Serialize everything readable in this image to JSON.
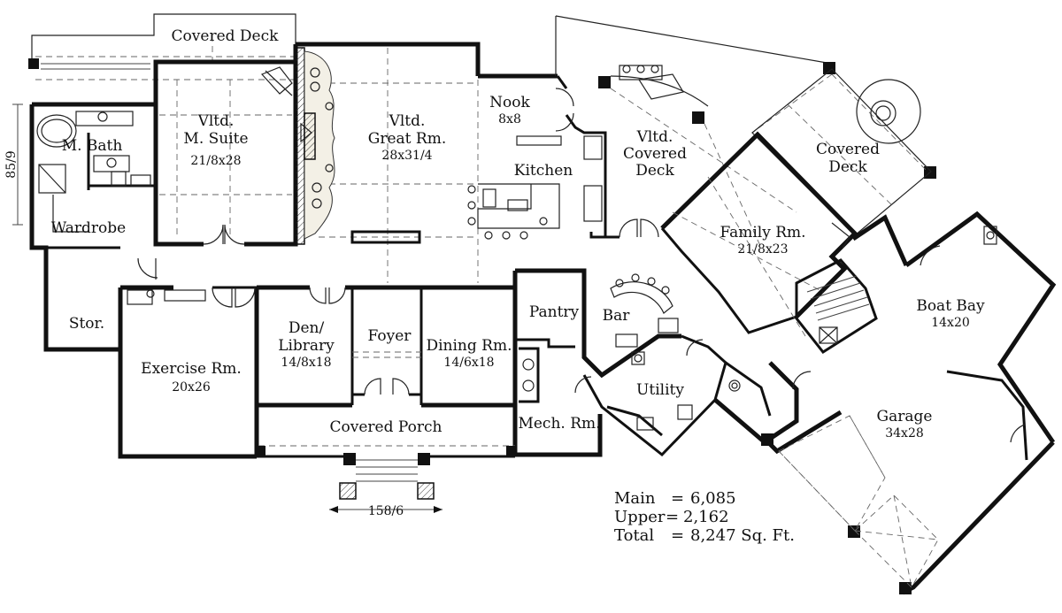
{
  "rooms": {
    "covered_deck_top": "Covered Deck",
    "m_bath": "M. Bath",
    "wardrobe": "Wardrobe",
    "stor": "Stor.",
    "m_suite": [
      "Vltd.",
      "M. Suite",
      "21/8x28"
    ],
    "great_rm": [
      "Vltd.",
      "Great Rm.",
      "28x31/4"
    ],
    "nook": [
      "Nook",
      "8x8"
    ],
    "kitchen": "Kitchen",
    "vltd_covered_deck": [
      "Vltd.",
      "Covered",
      "Deck"
    ],
    "covered_deck_right": [
      "Covered",
      "Deck"
    ],
    "family_rm": [
      "Family Rm.",
      "21/8x23"
    ],
    "boat_bay": [
      "Boat Bay",
      "14x20"
    ],
    "garage": [
      "Garage",
      "34x28"
    ],
    "exercise_rm": [
      "Exercise Rm.",
      "20x26"
    ],
    "den_library": [
      "Den/",
      "Library",
      "14/8x18"
    ],
    "foyer": "Foyer",
    "dining_rm": [
      "Dining Rm.",
      "14/6x18"
    ],
    "pantry": "Pantry",
    "bar": "Bar",
    "utility": "Utility",
    "mech_rm": "Mech. Rm.",
    "covered_porch": "Covered Porch"
  },
  "dimensions": {
    "width": "158/6",
    "depth": "85/9"
  },
  "area_table": [
    {
      "label": "Main",
      "sep": "=",
      "value": "6,085"
    },
    {
      "label": "Upper",
      "sep": "=",
      "value": "2,162"
    },
    {
      "label": "Total",
      "sep": "=",
      "value": "8,247 Sq. Ft."
    }
  ]
}
